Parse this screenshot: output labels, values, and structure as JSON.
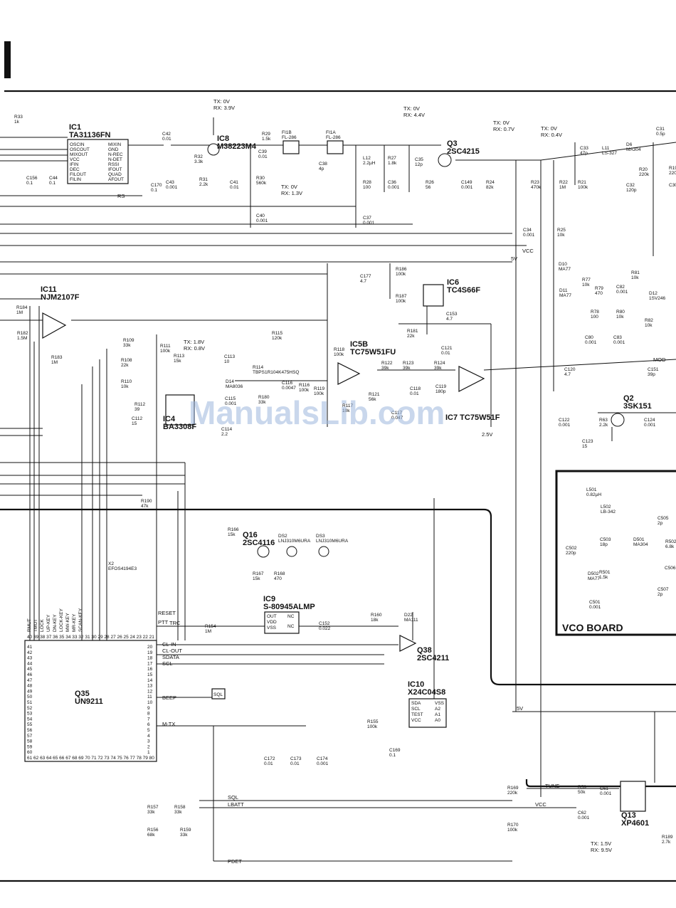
{
  "watermark": "ManualsLib.com",
  "ic": [
    {
      "id": "IC1",
      "part": "TA31136FN"
    },
    {
      "id": "IC11",
      "part": "NJM2107F"
    },
    {
      "id": "IC6",
      "part": "TC4S66F"
    },
    {
      "id": "IC5B",
      "part": "TC75W51FU"
    },
    {
      "id": "IC4",
      "part": "BA3308F"
    },
    {
      "id": "IC9",
      "part": "S-80945ALMP"
    },
    {
      "id": "IC10",
      "part": "X24C04S8"
    },
    {
      "id": "IC8",
      "part": "M38223M4"
    },
    {
      "id": "Q3",
      "part": "2SC4215"
    },
    {
      "id": "Q2",
      "part": "3SK151"
    },
    {
      "id": "Q16",
      "part": "2SC4116"
    },
    {
      "id": "Q38",
      "part": "2SC4211"
    },
    {
      "id": "Q35",
      "part": "UN9211"
    },
    {
      "id": "Q13",
      "part": "XP4601"
    }
  ],
  "ic7_label": "IC7 TC75W51F",
  "ic1_pins_left": [
    "OSCIN",
    "OSCOUT",
    "MIXOUT",
    "VCC",
    "IFIN",
    "DEC",
    "FILOUT",
    "FILIN"
  ],
  "ic1_pins_right": [
    "MIXIN",
    "GND",
    "N-REC",
    "N-DET",
    "RSSI",
    "IFOUT",
    "QUAD",
    "AFOUT"
  ],
  "ic9_pins_left": [
    "OUT",
    "VDD",
    "VSS"
  ],
  "ic9_pins_right": [
    "NC",
    "NC"
  ],
  "ic10_pins_left": [
    "SDA",
    "SCL",
    "TEST",
    "VCC"
  ],
  "ic10_pins_right": [
    "VSS",
    "A2",
    "A1",
    "A0"
  ],
  "ic8_top_labels": [
    "RMUT",
    "TMUT",
    "LOCK",
    "UP-KEY",
    "DN-KEY",
    "LOCK-KEY",
    "MW-KEY",
    "MR-KEY",
    "SCAN-KEY"
  ],
  "ic8_side_pins": [
    "41",
    "42",
    "43",
    "44",
    "45",
    "46",
    "47",
    "48",
    "49",
    "50",
    "51",
    "52",
    "53",
    "54",
    "55",
    "56",
    "57",
    "58",
    "59",
    "60"
  ],
  "ic8_right_pins": [
    "20",
    "19",
    "18",
    "17",
    "16",
    "15",
    "14",
    "13",
    "12",
    "11",
    "10",
    "9",
    "8",
    "7",
    "6",
    "5",
    "4",
    "3",
    "2",
    "1"
  ],
  "ic8_bottom_pins": "61 62 63 64 65 66 67 68 69 70 71 72 73 74 75 76 77 78 79 80",
  "ic8_top_pins": "40 39 38 37 36 35 34 33 32 31 30 29 28 27 26 25 24 23 22 21",
  "signals": {
    "ptt": "PTT",
    "reset": "RESET",
    "trc": "TRC",
    "clin": "CL-IN",
    "clout": "CL-OUT",
    "sdata": "SDATA",
    "scl": "SCL",
    "beep": "BEEP",
    "mtx": "M-TX",
    "sql": "SQL",
    "lbatt": "LBATT",
    "pdet": "PDET",
    "tune": "TUNE",
    "vcc": "VCC",
    "v5": "5V",
    "mod": "MOD",
    "rs": "RS",
    "sqlbox": "SQL",
    "v25": "2.5V"
  },
  "voltages": {
    "q3": "TX: 0V\nRX: 3.9V",
    "q3b": "TX: 0V\nRX: 1.3V",
    "q2": "TX: 0V\nRX: 4.4V",
    "q2b": "TX: 0V\nRX: 0.7V",
    "q2c": "TX: 0V\nRX: 0.4V",
    "ic4": "TX: 1.8V\nRX: 0.8V",
    "q13": "TX: 1.5V\nRX: 9.5V"
  },
  "vco_title": "VCO BOARD",
  "components": [
    {
      "ref": "C42",
      "val": "0.01"
    },
    {
      "ref": "R32",
      "val": "3.3k"
    },
    {
      "ref": "R31",
      "val": "2.2k"
    },
    {
      "ref": "C43",
      "val": "0.001"
    },
    {
      "ref": "C170",
      "val": "0.1"
    },
    {
      "ref": "C156",
      "val": "0.1"
    },
    {
      "ref": "C44",
      "val": "0.1"
    },
    {
      "ref": "R33",
      "val": "1k"
    },
    {
      "ref": "R29",
      "val": "1.5k"
    },
    {
      "ref": "C39",
      "val": "0.01"
    },
    {
      "ref": "R30",
      "val": "560k"
    },
    {
      "ref": "C41",
      "val": "0.01"
    },
    {
      "ref": "C40",
      "val": "0.001"
    },
    {
      "ref": "FI1B",
      "val": "FL-286"
    },
    {
      "ref": "FI1A",
      "val": "FL-286"
    },
    {
      "ref": "C38",
      "val": "4p"
    },
    {
      "ref": "L12",
      "val": "2.2µH"
    },
    {
      "ref": "R27",
      "val": "1.8k"
    },
    {
      "ref": "R28",
      "val": "100"
    },
    {
      "ref": "C36",
      "val": "0.001"
    },
    {
      "ref": "C37",
      "val": "0.001"
    },
    {
      "ref": "C35",
      "val": "12p"
    },
    {
      "ref": "R26",
      "val": "56"
    },
    {
      "ref": "C149",
      "val": "0.001"
    },
    {
      "ref": "R24",
      "val": "82k"
    },
    {
      "ref": "R23",
      "val": "470k"
    },
    {
      "ref": "R22",
      "val": "1M"
    },
    {
      "ref": "R21",
      "val": "100k"
    },
    {
      "ref": "C33",
      "val": "47p"
    },
    {
      "ref": "L11",
      "val": "LS-327"
    },
    {
      "ref": "D6",
      "val": "MA304"
    },
    {
      "ref": "R20",
      "val": "220k"
    },
    {
      "ref": "C32",
      "val": "120p"
    },
    {
      "ref": "C31",
      "val": "0.5p"
    },
    {
      "ref": "C34",
      "val": "0.001"
    },
    {
      "ref": "R25",
      "val": "10k"
    },
    {
      "ref": "D10",
      "val": "MA77"
    },
    {
      "ref": "D11",
      "val": "MA77"
    },
    {
      "ref": "R77",
      "val": "10k"
    },
    {
      "ref": "R79",
      "val": "470"
    },
    {
      "ref": "C82",
      "val": "0.001"
    },
    {
      "ref": "R81",
      "val": "10k"
    },
    {
      "ref": "D12",
      "val": "1SV246"
    },
    {
      "ref": "R78",
      "val": "100"
    },
    {
      "ref": "R80",
      "val": "10k"
    },
    {
      "ref": "C80",
      "val": "0.001"
    },
    {
      "ref": "C83",
      "val": "0.001"
    },
    {
      "ref": "R82",
      "val": "10k"
    },
    {
      "ref": "C151",
      "val": "39p"
    },
    {
      "ref": "C120",
      "val": "4.7"
    },
    {
      "ref": "C122",
      "val": "0.001"
    },
    {
      "ref": "R63",
      "val": "2.2k"
    },
    {
      "ref": "C124",
      "val": "0.001"
    },
    {
      "ref": "C123",
      "val": "15"
    },
    {
      "ref": "C177",
      "val": "4.7"
    },
    {
      "ref": "R186",
      "val": "100k"
    },
    {
      "ref": "R187",
      "val": "100k"
    },
    {
      "ref": "C153",
      "val": "4.7"
    },
    {
      "ref": "R181",
      "val": "22k"
    },
    {
      "ref": "C121",
      "val": "0.01"
    },
    {
      "ref": "R184",
      "val": "1M"
    },
    {
      "ref": "R182",
      "val": "1.5M"
    },
    {
      "ref": "R183",
      "val": "1M"
    },
    {
      "ref": "R109",
      "val": "33k"
    },
    {
      "ref": "R108",
      "val": "22k"
    },
    {
      "ref": "R110",
      "val": "10k"
    },
    {
      "ref": "R112",
      "val": "39"
    },
    {
      "ref": "C112",
      "val": "15"
    },
    {
      "ref": "R111",
      "val": "100k"
    },
    {
      "ref": "R113",
      "val": "15k"
    },
    {
      "ref": "C113",
      "val": "10"
    },
    {
      "ref": "R115",
      "val": "120k"
    },
    {
      "ref": "D14",
      "val": "MA8036"
    },
    {
      "ref": "C115",
      "val": "0.001"
    },
    {
      "ref": "C114",
      "val": "2.2"
    },
    {
      "ref": "R114",
      "val": "TBPS1R104K475HSQ"
    },
    {
      "ref": "R180",
      "val": "33k"
    },
    {
      "ref": "C116",
      "val": "0.0047"
    },
    {
      "ref": "R116",
      "val": "100k"
    },
    {
      "ref": "R118",
      "val": "100k"
    },
    {
      "ref": "R119",
      "val": "100k"
    },
    {
      "ref": "R117",
      "val": "10k"
    },
    {
      "ref": "R121",
      "val": "56k"
    },
    {
      "ref": "R122",
      "val": "39k"
    },
    {
      "ref": "R123",
      "val": "39k"
    },
    {
      "ref": "R124",
      "val": "39k"
    },
    {
      "ref": "C117",
      "val": "0.047"
    },
    {
      "ref": "C118",
      "val": "0.01"
    },
    {
      "ref": "C119",
      "val": "180p"
    },
    {
      "ref": "R190",
      "val": "47k"
    },
    {
      "ref": "X2",
      "val": "EFOS4194E3"
    },
    {
      "ref": "R166",
      "val": "15k"
    },
    {
      "ref": "R167",
      "val": "15k"
    },
    {
      "ref": "R168",
      "val": "470"
    },
    {
      "ref": "DS2",
      "val": "LNJ310M6URA"
    },
    {
      "ref": "DS3",
      "val": "LNJ310M6URA"
    },
    {
      "ref": "R154",
      "val": "1M"
    },
    {
      "ref": "C152",
      "val": "0.022"
    },
    {
      "ref": "R160",
      "val": "18k"
    },
    {
      "ref": "D22",
      "val": "MA111"
    },
    {
      "ref": "R155",
      "val": "100k"
    },
    {
      "ref": "C169",
      "val": "0.1"
    },
    {
      "ref": "C172",
      "val": "0.01"
    },
    {
      "ref": "C173",
      "val": "0.01"
    },
    {
      "ref": "C174",
      "val": "0.001"
    },
    {
      "ref": "R157",
      "val": "33k"
    },
    {
      "ref": "R158",
      "val": "33k"
    },
    {
      "ref": "R156",
      "val": "68k"
    },
    {
      "ref": "R159",
      "val": "33k"
    },
    {
      "ref": "R169",
      "val": "220k"
    },
    {
      "ref": "R170",
      "val": "100k"
    },
    {
      "ref": "R59",
      "val": "50k"
    },
    {
      "ref": "C61",
      "val": "0.001"
    },
    {
      "ref": "C62",
      "val": "0.001"
    },
    {
      "ref": "R189",
      "val": "2.7k"
    },
    {
      "ref": "L501",
      "val": "0.82µH"
    },
    {
      "ref": "L502",
      "val": "LB-342"
    },
    {
      "ref": "C503",
      "val": "18p"
    },
    {
      "ref": "D501",
      "val": "MA304"
    },
    {
      "ref": "C502",
      "val": "220p"
    },
    {
      "ref": "D502",
      "val": "MA77"
    },
    {
      "ref": "R501",
      "val": "1.5k"
    },
    {
      "ref": "C501",
      "val": "0.001"
    },
    {
      "ref": "C505",
      "val": "2p"
    },
    {
      "ref": "R502",
      "val": "6.8k"
    },
    {
      "ref": "C507",
      "val": "2p"
    },
    {
      "ref": "C506",
      "val": ""
    },
    {
      "ref": "R19",
      "val": "220"
    },
    {
      "ref": "C30",
      "val": ""
    }
  ]
}
